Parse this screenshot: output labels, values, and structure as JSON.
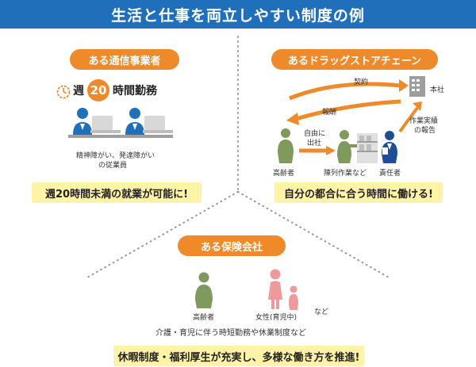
{
  "title": "生活と仕事を両立しやすい制度の例",
  "section1": {
    "pill": "ある通信事業者",
    "hours_prefix": "週",
    "hours_number": "20",
    "hours_suffix": "時間勤務",
    "caption_line1": "精神障がい、発達障がい",
    "caption_line2": "の従業員",
    "banner": "週20時間未満の就業が可能に!"
  },
  "section2": {
    "pill": "あるドラッグストアチェーン",
    "contract": "契約",
    "reward": "報酬",
    "head_office": "本社",
    "freely": "自由に",
    "go_to_work": "出社",
    "report_line1": "作業実績",
    "report_line2": "の報告",
    "elderly": "高齢者",
    "shelving": "陳列作業など",
    "manager": "責任者",
    "banner": "自分の都合に合う時間に働ける!"
  },
  "section3": {
    "pill": "ある保険会社",
    "elderly": "高齢者",
    "woman": "女性(育児中)",
    "etc": "など",
    "caption": "介護・育児に伴う時短勤務や休業制度など",
    "banner": "休暇制度・福利厚生が充実し、多様な働き方を推進!"
  },
  "colors": {
    "title_bg": "#1f6fba",
    "accent_orange": "#ef8a2a",
    "banner_yellow": "#fff3a8",
    "figure_green": "#7f9a5c",
    "figure_blue": "#1f4e96",
    "figure_pink": "#ef9a9a",
    "dot_gray": "#999999"
  },
  "icons": [
    "clock-icon",
    "office-worker-icon",
    "building-icon",
    "elderly-person-icon",
    "manager-icon",
    "shelf-icon",
    "woman-icon",
    "child-icon",
    "arrow-icon"
  ]
}
